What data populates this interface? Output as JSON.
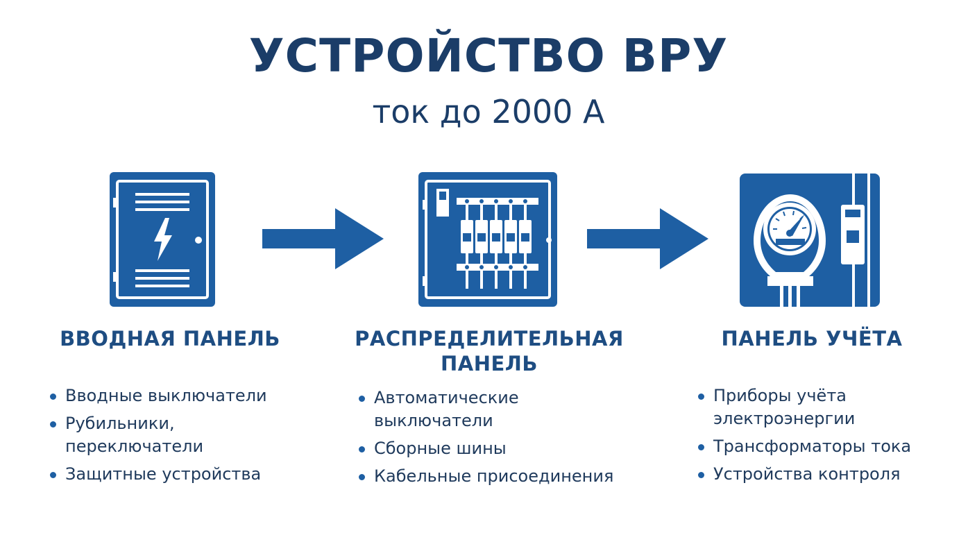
{
  "title": "УСТРОЙСТВО ВРУ",
  "subtitle": "ток до 2000 А",
  "colors": {
    "primary_blue": "#1e5fa3",
    "title_navy": "#1b3d68",
    "text_dark": "#1f3a5c"
  },
  "panels": [
    {
      "title": "ВВОДНАЯ ПАНЕЛЬ",
      "icon": "electrical-cabinet-lightning-icon",
      "items": [
        "Вводные выключатели",
        "Рубильники, переключатели",
        "Защитные устройства"
      ]
    },
    {
      "title": "РАСПРЕДЕЛИТЕЛЬНАЯ ПАНЕЛЬ",
      "icon": "circuit-breaker-panel-icon",
      "items": [
        "Автоматические выключатели",
        "Сборные шины",
        "Кабельные присоединения"
      ]
    },
    {
      "title": "ПАНЕЛЬ УЧЁТА",
      "icon": "electric-meter-icon",
      "items": [
        "Приборы учёта электроэнергии",
        "Трансформаторы тока",
        "Устройства контроля"
      ]
    }
  ],
  "connectors": [
    "arrow-right-icon",
    "arrow-right-icon"
  ]
}
